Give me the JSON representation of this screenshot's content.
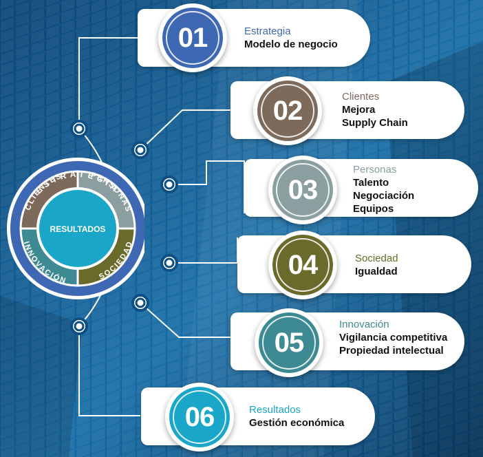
{
  "wheel": {
    "outer_label": "ESTRATEGIA",
    "center_label": "RESULTADOS",
    "segments": [
      {
        "label": "CLIENTES",
        "color": "#7e6a5b"
      },
      {
        "label": "PERSONAS",
        "color": "#8b9ea0"
      },
      {
        "label": "SOCIEDAD",
        "color": "#6a6a2a"
      },
      {
        "label": "INNOVACIÓN",
        "color": "#3e8a92"
      }
    ],
    "outer_color": "#3f68b4",
    "center_color": "#19a6c9"
  },
  "steps": [
    {
      "number": "01",
      "title": "Estrategia",
      "lines": [
        "Modelo de negocio"
      ],
      "color": "#3f68b4"
    },
    {
      "number": "02",
      "title": "Clientes",
      "lines": [
        "Mejora",
        "Supply Chain"
      ],
      "color": "#7e6a5b"
    },
    {
      "number": "03",
      "title": "Personas",
      "lines": [
        "Talento",
        "Negociación",
        "Equipos"
      ],
      "color": "#8b9ea0"
    },
    {
      "number": "04",
      "title": "Sociedad",
      "lines": [
        "Igualdad"
      ],
      "color": "#6a6a2a"
    },
    {
      "number": "05",
      "title": "Innovación",
      "lines": [
        "Vigilancia competitiva",
        "Propiedad intelectual"
      ],
      "color": "#3e8a92"
    },
    {
      "number": "06",
      "title": "Resultados",
      "lines": [
        "Gestión económica"
      ],
      "color": "#19a6c9"
    }
  ]
}
